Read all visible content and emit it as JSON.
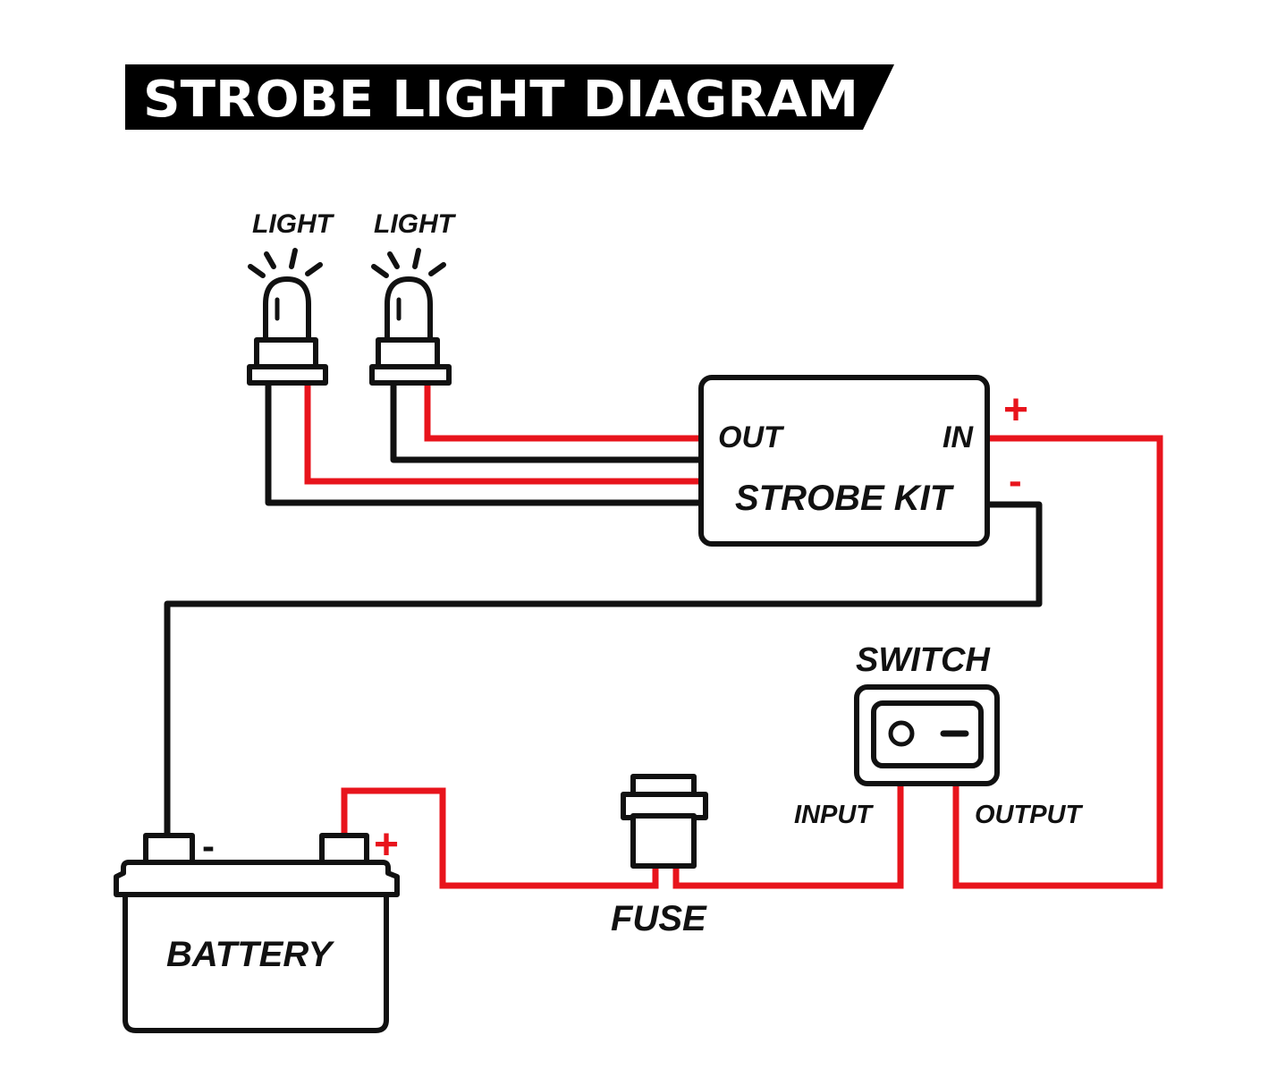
{
  "title": "STROBE LIGHT DIAGRAM",
  "lights": [
    {
      "label": "LIGHT"
    },
    {
      "label": "LIGHT"
    }
  ],
  "strobe_kit": {
    "label": "STROBE KIT",
    "out_label": "OUT",
    "in_label": "IN",
    "plus_sign": "+",
    "minus_sign": "-"
  },
  "switch": {
    "label": "SWITCH",
    "input_label": "INPUT",
    "output_label": "OUTPUT"
  },
  "fuse": {
    "label": "FUSE"
  },
  "battery": {
    "label": "BATTERY",
    "minus_sign": "-",
    "plus_sign": "+"
  },
  "colors": {
    "positive_wire": "#e8141c",
    "negative_wire": "#111111",
    "title_banner": "#000000"
  }
}
